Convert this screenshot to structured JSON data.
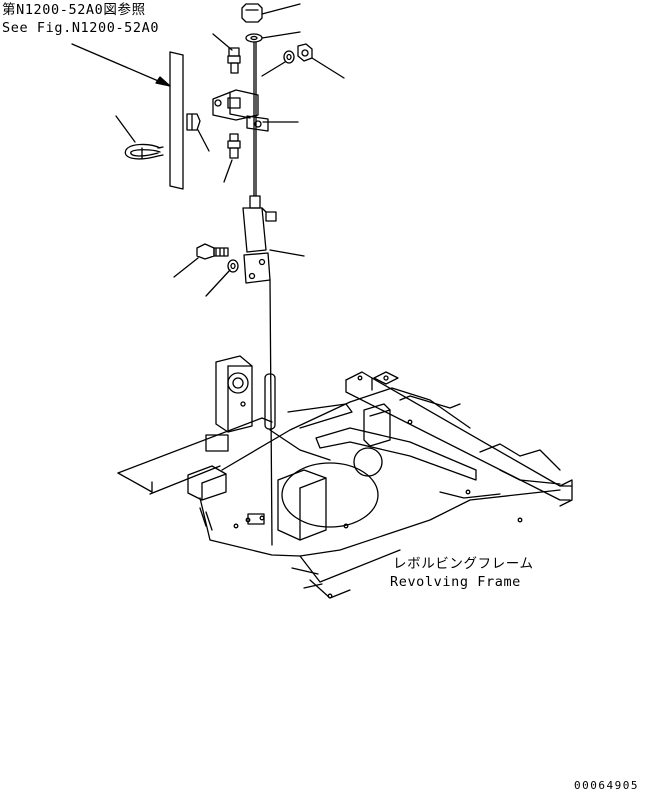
{
  "reference_note": {
    "japanese": "第N1200-52A0図参照",
    "english": "See Fig.N1200-52A0"
  },
  "frame_label": {
    "japanese": "レボルビングフレーム",
    "english": "Revolving Frame"
  },
  "drawing_number": "00064905",
  "colors": {
    "line": "#000000",
    "background": "#ffffff"
  }
}
